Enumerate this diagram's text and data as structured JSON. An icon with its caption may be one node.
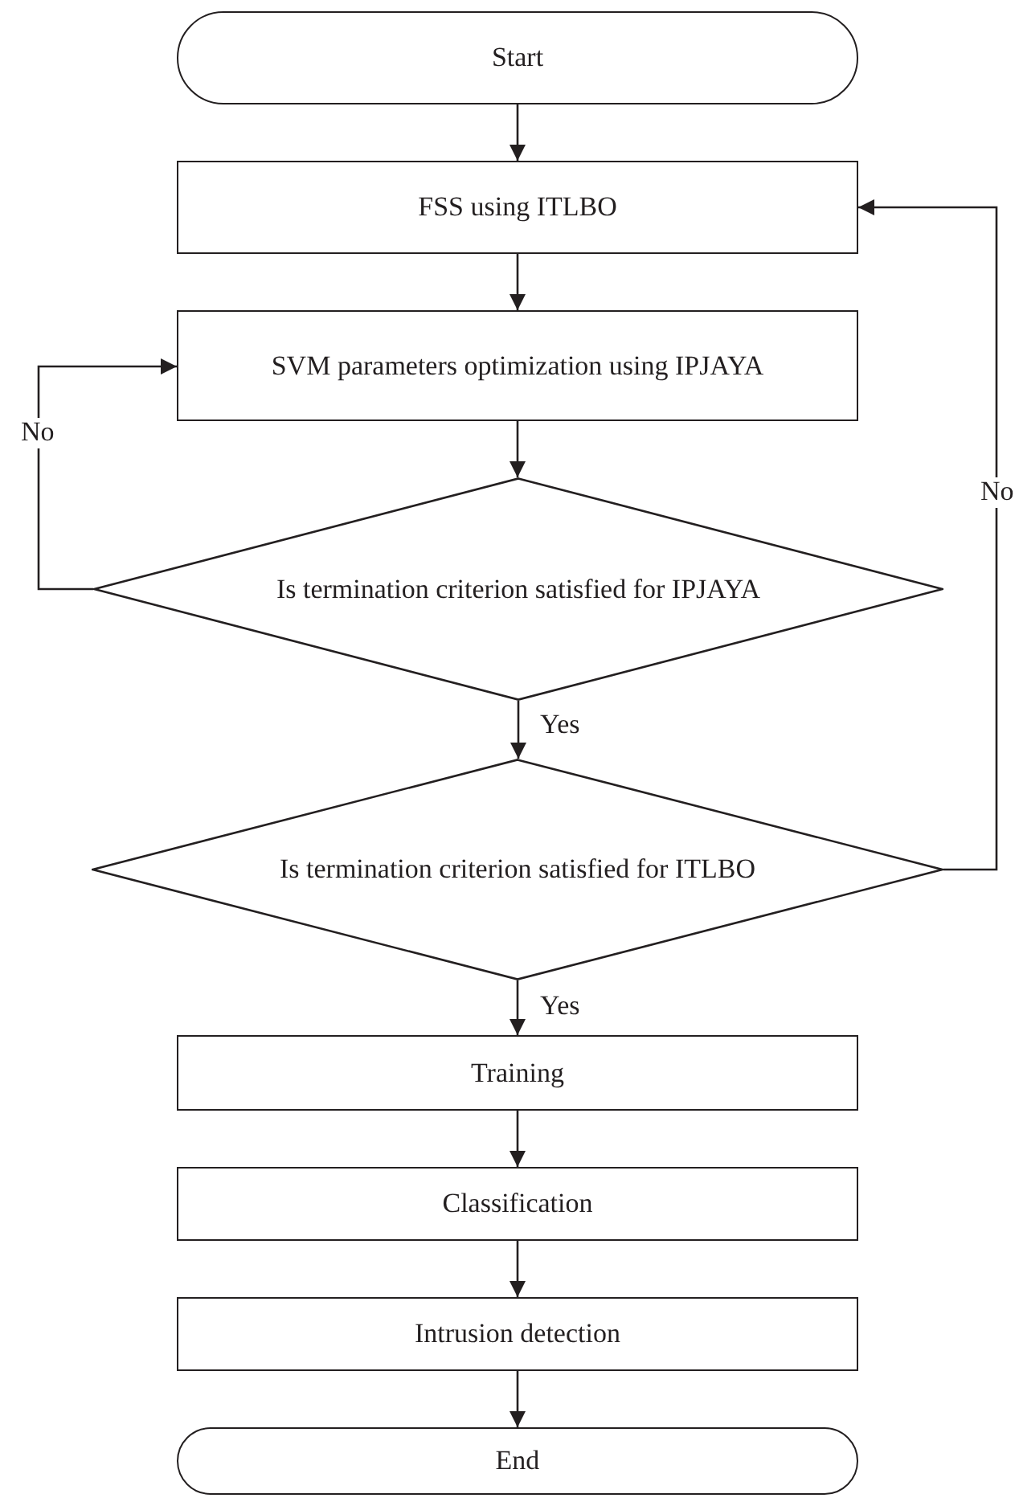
{
  "diagram": {
    "nodes": [
      {
        "text": [
          "Start"
        ]
      },
      {
        "text": [
          "FSS using ITLBO"
        ]
      },
      {
        "text": [
          "SVM parameters optimization using IPJAYA"
        ]
      },
      {
        "text": [
          "Is termination criterion satisfied for IPJAYA"
        ]
      },
      {
        "text": [
          "Is termination criterion satisfied for ITLBO"
        ]
      },
      {
        "text": [
          "Training"
        ]
      },
      {
        "text": [
          "Classification"
        ]
      },
      {
        "text": [
          "Intrusion detection"
        ]
      },
      {
        "text": [
          "End"
        ]
      }
    ],
    "edges": [
      {
        "from": 0,
        "to": 1,
        "arrow": "to"
      },
      {
        "from": 1,
        "to": 2,
        "arrow": "to"
      },
      {
        "from": 2,
        "to": 3,
        "arrow": "to"
      },
      {
        "from": 3,
        "to": 4,
        "label": "Yes",
        "arrow": "to"
      },
      {
        "from": 4,
        "to": 5,
        "label": "Yes",
        "arrow": "to"
      },
      {
        "from": 3,
        "to": 2,
        "label": "No",
        "arrow": "to"
      },
      {
        "from": 4,
        "to": 1,
        "label": "No",
        "arrow": "to"
      },
      {
        "from": 5,
        "to": 6,
        "arrow": "to"
      },
      {
        "from": 6,
        "to": 7,
        "arrow": "to"
      },
      {
        "from": 7,
        "to": 8,
        "arrow": "to"
      }
    ]
  }
}
